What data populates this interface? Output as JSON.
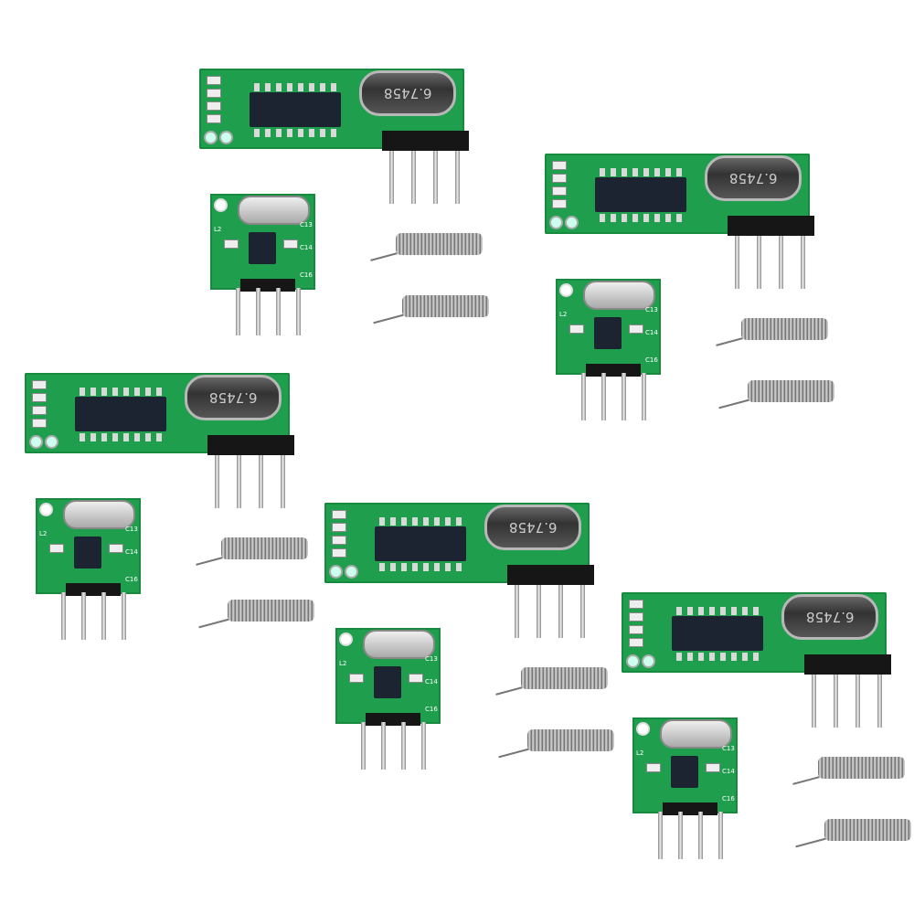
{
  "photo": {
    "receiver_crystal_label": "6.7458",
    "transmitter_silkscreen": [
      "L2",
      "C13",
      "C14",
      "C16"
    ],
    "colors": {
      "pcb": "#1f9e4e",
      "ic": "#1b2430",
      "header": "#161616",
      "background": "#ffffff"
    }
  }
}
